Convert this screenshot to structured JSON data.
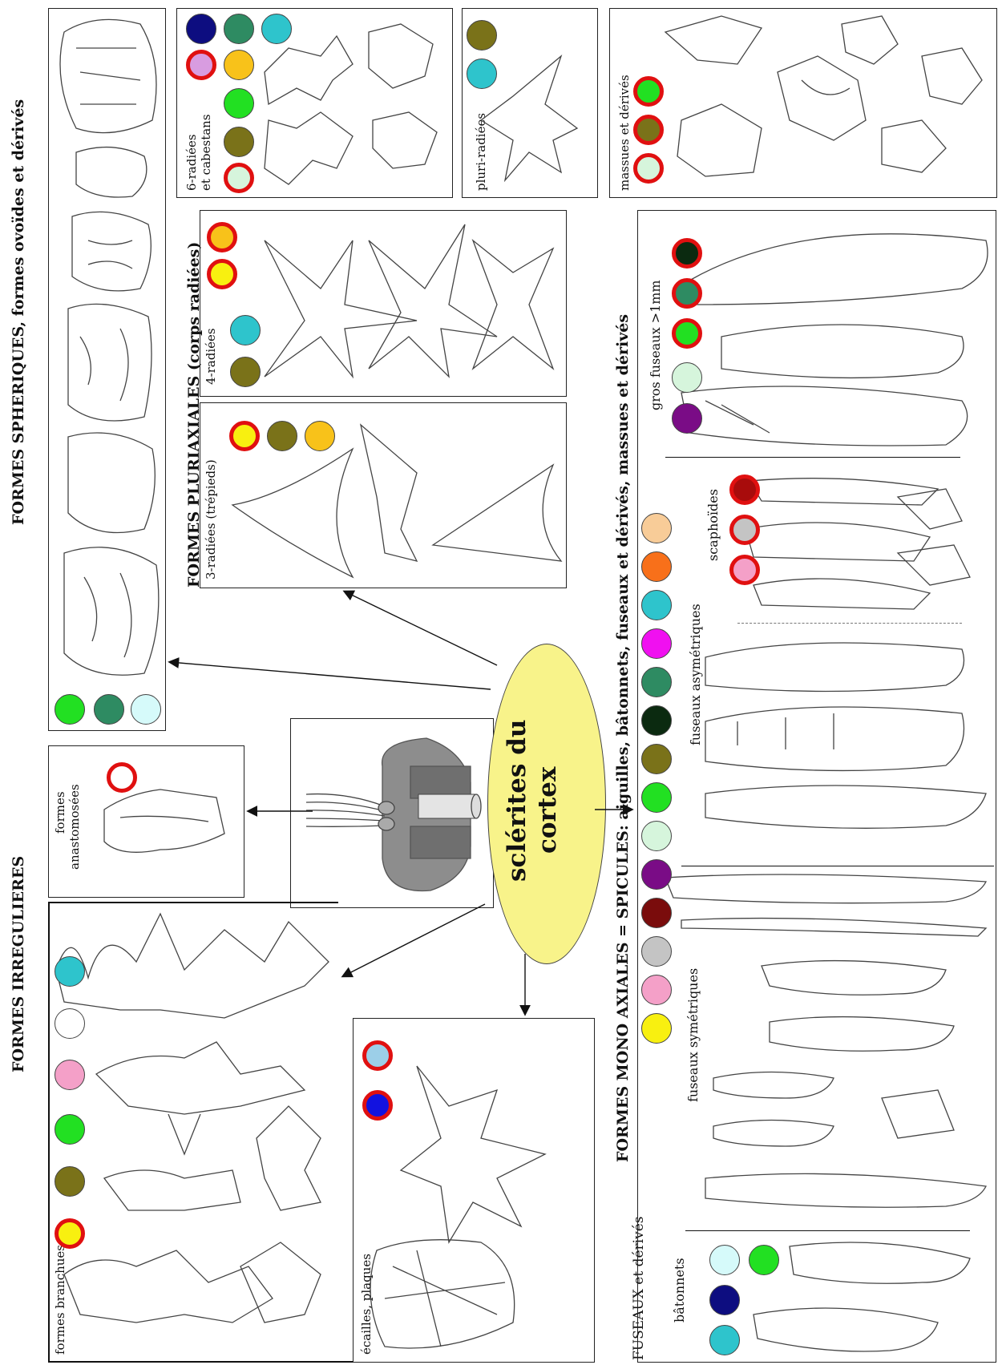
{
  "sections": {
    "spheriques": "FORMES SPHERIQUES, formes ovoïdes et dérivés",
    "irregulieres": "FORMES IRREGULIERES",
    "pluriaxiales": "FORMES PLURIAXIALES (corps radiées)",
    "monoaxiales": "FORMES MONO AXIALES = SPICULES: aiguilles, bâtonnets, fuseaux et dérivés, massues et dérivés",
    "fuseaux": "FUSEAUX et dérivés"
  },
  "labels": {
    "hexa_line1": "6-radiées",
    "hexa_line2": "et cabestans",
    "pluri": "pluri-radiées",
    "massue": "massues et dérivés",
    "quatre": "4-radiées",
    "trois": "3-radiées (trépieds)",
    "gros": "gros fuseaux >1mm",
    "scaphoides": "scaphoïdes",
    "asym": "fuseaux asymétriques",
    "sym": "fuseaux symétriques",
    "batonnets": "bâtonnets",
    "anasto_line1": "formes",
    "anasto_line2": "anastomosées",
    "branchues": "formes branchues",
    "ecailles": "écailles, plaques",
    "center_line1": "sclérites du",
    "center_line2": "cortex"
  },
  "colors": {
    "navy": "#0d0d80",
    "teal": "#2e8b62",
    "cyan": "#2ec4cc",
    "lilac": "#d89ce0",
    "gold": "#f8c21a",
    "green": "#22e022",
    "olive": "#7a7219",
    "mint": "#d6f5dc",
    "yellow": "#f8f010",
    "darkgreen": "#0b2a10",
    "purple": "#7a0c86",
    "maroon": "#7a0c0c",
    "gray": "#c4c4c4",
    "pink": "#f4a0c8",
    "magenta": "#f010f0",
    "orange": "#f8701a",
    "peach": "#f8cc98",
    "lightcyan": "#d6fafa",
    "white": "#ffffff",
    "skyblue": "#9ccfe8",
    "blue": "#1212e0",
    "darkred": "#a80c0c"
  }
}
